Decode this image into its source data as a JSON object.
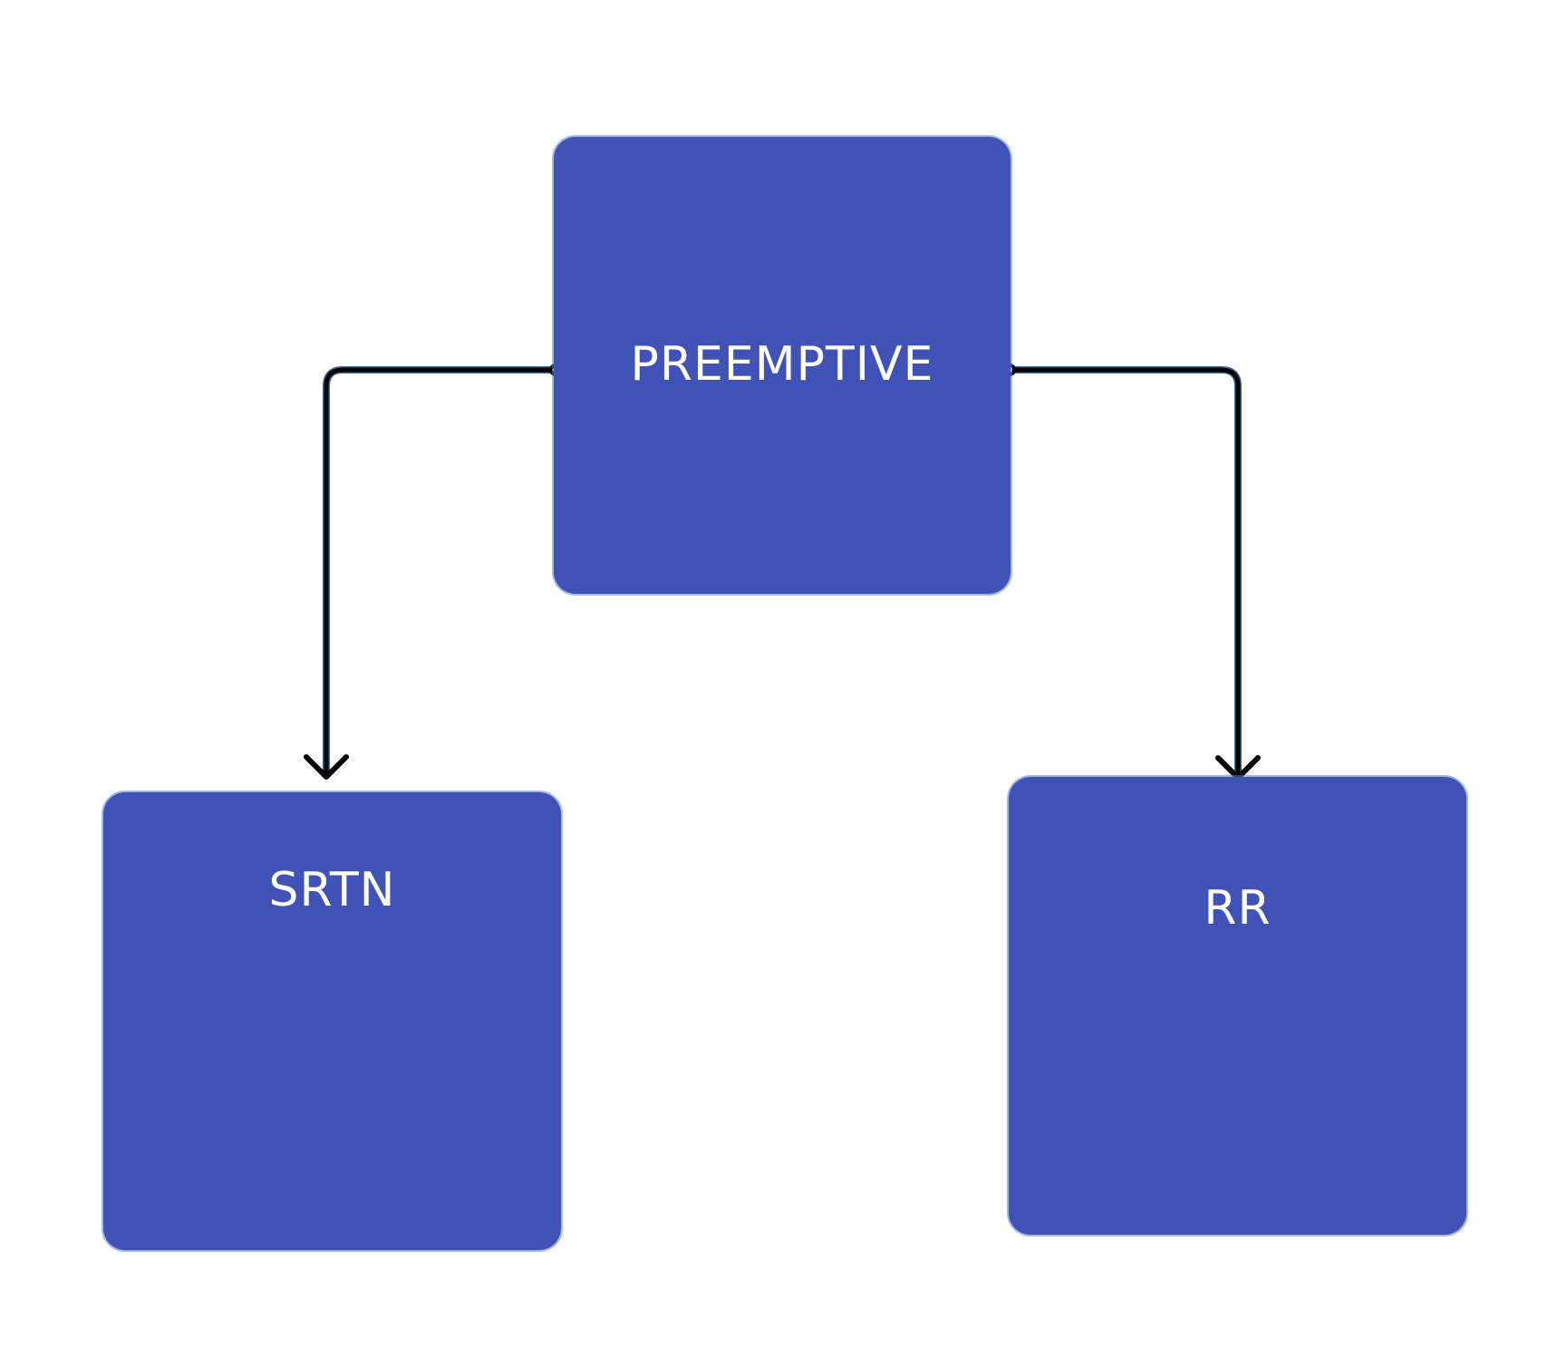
{
  "diagram": {
    "node_color": "#4052b5",
    "edge_color": "#000000",
    "nodes": {
      "preemptive": {
        "label": "PREEMPTIVE"
      },
      "srtn": {
        "label": "SRTN"
      },
      "rr": {
        "label": "RR"
      }
    },
    "edges": [
      {
        "from": "PREEMPTIVE",
        "to": "SRTN"
      },
      {
        "from": "PREEMPTIVE",
        "to": "RR"
      }
    ]
  }
}
